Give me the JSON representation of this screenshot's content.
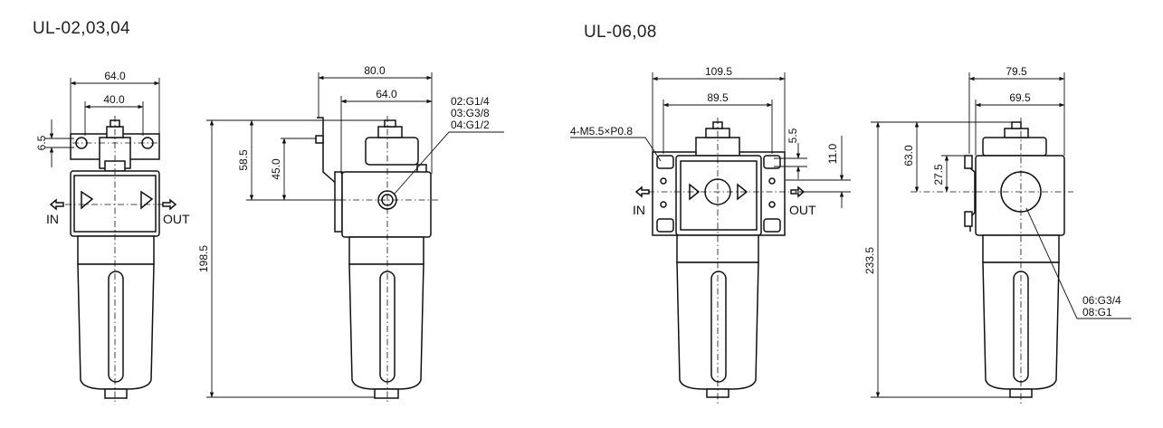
{
  "titles": {
    "left": "UL-02,03,04",
    "right": "UL-06,08"
  },
  "small": {
    "dims": {
      "w64": "64.0",
      "w40": "40.0",
      "h65": "6.5",
      "w80": "80.0",
      "w64b": "64.0",
      "h585": "58.5",
      "h450": "45.0",
      "h1985": "198.5"
    },
    "port_spec": [
      "02:G1/4",
      "03:G3/8",
      "04:G1/2"
    ],
    "in_label": "IN",
    "out_label": "OUT"
  },
  "large": {
    "dims": {
      "w1095": "109.5",
      "w895": "89.5",
      "h55": "5.5",
      "h110": "11.0",
      "w795": "79.5",
      "w695": "69.5",
      "h630": "63.0",
      "h275": "27.5",
      "h2335": "233.5"
    },
    "mount_spec": "4-M5.5×P0.8",
    "port_spec": [
      "06:G3/4",
      "08:G1"
    ],
    "in_label": "IN",
    "out_label": "OUT"
  }
}
